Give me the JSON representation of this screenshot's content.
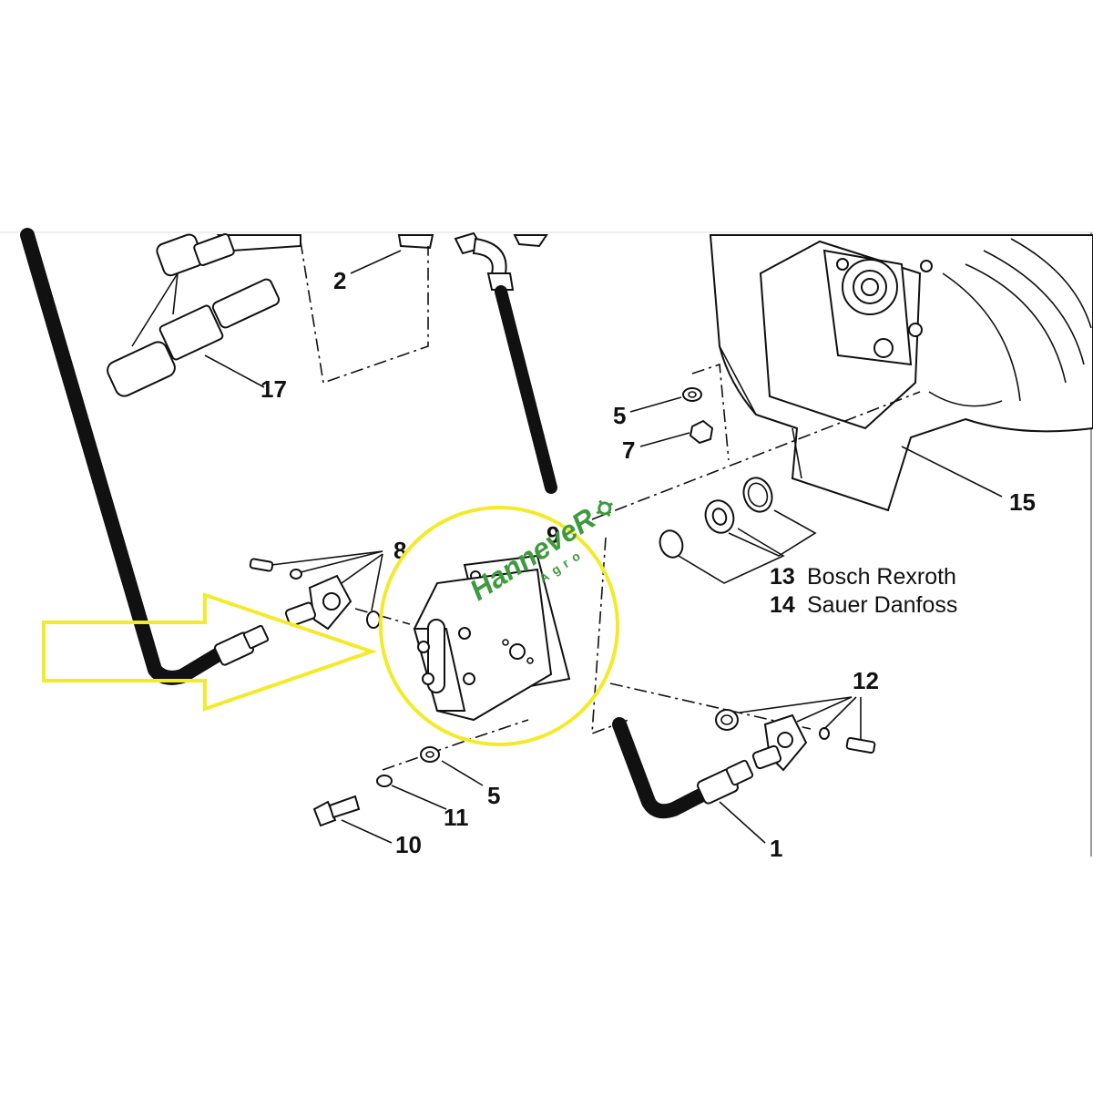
{
  "callouts": {
    "c1": "1",
    "c2": "2",
    "c5a": "5",
    "c5b": "5",
    "c7": "7",
    "c8": "8",
    "c9": "9",
    "c10": "10",
    "c11": "11",
    "c12": "12",
    "c15": "15",
    "c17": "17"
  },
  "legend": {
    "item13_num": "13",
    "item13_text": "Bosch Rexroth",
    "item14_num": "14",
    "item14_text": "Sauer Danfoss"
  },
  "watermark": {
    "brand": "HanneveR",
    "sub": "Agro",
    "color": "#3f9a3f"
  },
  "highlight": {
    "circle_color": "#f2ea2a",
    "arrow_color": "#f2ea2a"
  }
}
